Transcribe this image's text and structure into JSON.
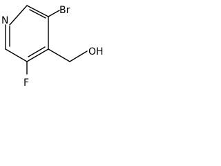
{
  "molecule": {
    "atoms": {
      "n": "N",
      "br": "Br",
      "f": "F",
      "oh": "OH"
    },
    "colors": {
      "bond": "#000000",
      "label": "#000000",
      "background": "#ffffff"
    }
  }
}
